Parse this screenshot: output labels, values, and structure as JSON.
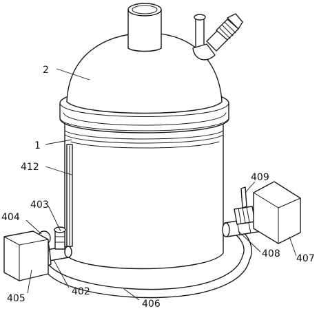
{
  "labels": {
    "n1": "1",
    "n2": "2",
    "n402": "402",
    "n403": "403",
    "n404": "404",
    "n405": "405",
    "n406": "406",
    "n407": "407",
    "n408": "408",
    "n409": "409",
    "n412": "412"
  }
}
